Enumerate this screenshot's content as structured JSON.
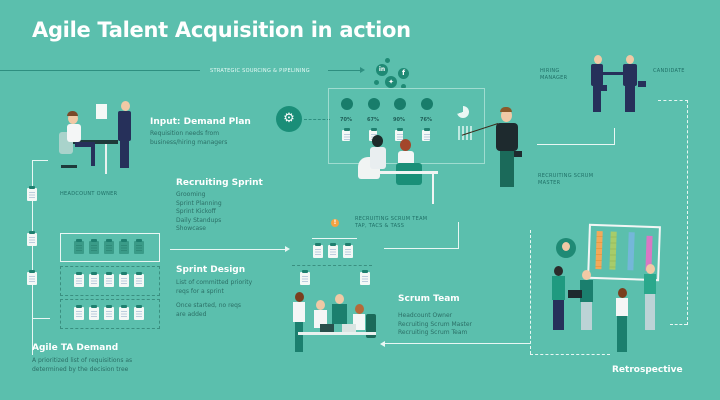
{
  "title": "Agile Talent Acquisition in action",
  "strategic_sourcing_label": "STRATEGIC SOURCING & PIPELINING",
  "social_icons": [
    "linkedin-icon",
    "twitter-icon",
    "facebook-icon"
  ],
  "input_demand_plan": {
    "heading": "Input: Demand Plan",
    "lines": [
      "Requisition needs from",
      "business/hiring managers"
    ]
  },
  "headcount_owner_label": "HEADCOUNT OWNER",
  "recruiting_sprint": {
    "heading": "Recruiting Sprint",
    "items": [
      "Grooming",
      "Sprint Planning",
      "Sprint Kickoff",
      "Daily Standups",
      "Showcase"
    ]
  },
  "sprint_design": {
    "heading": "Sprint Design",
    "paragraph1": [
      "List of committed priority",
      "reqs for a sprint"
    ],
    "paragraph2": [
      "Once started, no reqs",
      "are added"
    ]
  },
  "agile_ta_demand": {
    "heading": "Agile TA Demand",
    "lines": [
      "A prioritized list of requisitions as",
      "determined by the decision tree"
    ]
  },
  "candidate_stats": [
    "70%",
    "67%",
    "90%",
    "76%"
  ],
  "recruiting_scrum_team_label": [
    "RECRUITING SCRUM TEAM",
    "TAP, TACs & TASs"
  ],
  "hiring_manager_label": [
    "HIRING",
    "MANAGER"
  ],
  "candidate_label": "CANDIDATE",
  "recruiting_scrum_master_label": [
    "RECRUITING SCRUM",
    "MASTER"
  ],
  "scrum_team": {
    "heading": "Scrum Team",
    "items": [
      "Headcount Owner",
      "Recruiting Scrum Master",
      "Recruiting Scrum Team"
    ]
  },
  "retrospective_label": "Retrospective",
  "colors": {
    "background": "#5bbfad",
    "dark_teal": "#1f7f6f",
    "navy": "#26305a",
    "board_orange": "#f3a95a",
    "board_green": "#a7cc6a",
    "board_blue": "#74b7d9",
    "board_pink": "#d878c4"
  }
}
